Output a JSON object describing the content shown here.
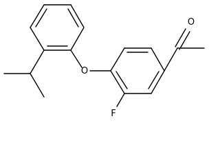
{
  "molecule": {
    "atoms": {
      "oxygen_ether": "O",
      "fluorine": "F",
      "oxygen_carbonyl": "O"
    }
  }
}
